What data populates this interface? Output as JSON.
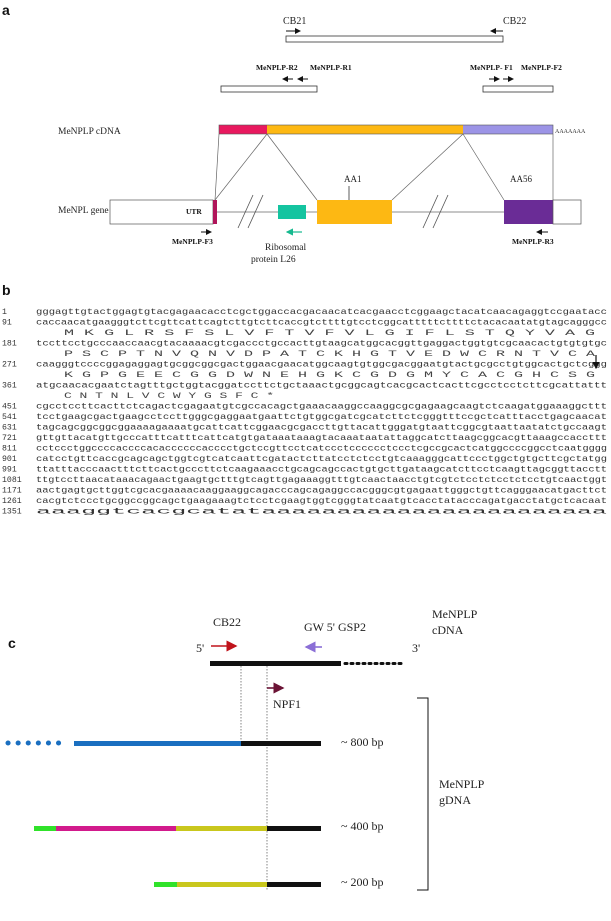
{
  "panels": {
    "a": "a",
    "b": "b",
    "c": "c"
  },
  "panel_a": {
    "primers_top": {
      "cb21": "CB21",
      "cb22": "CB22"
    },
    "primers_mid": {
      "r2": "MeNPLP-R2",
      "r1": "MeNPLP-R1",
      "f1": "MeNPLP- F1",
      "f2": "MeNPLP-F2"
    },
    "cdna_label": "MeNPLP cDNA",
    "polya": "AAAAAAA",
    "aa1": "AA1",
    "aa56": "AA56",
    "gene_label": "MeNPL gene",
    "utr": "UTR",
    "f3": "MeNPLP-F3",
    "r3": "MeNPLP-R3",
    "ribosomal_1": "Ribosomal",
    "ribosomal_2": "protein  L26",
    "colors": {
      "red": "#e8195f",
      "yellow": "#fdb813",
      "lavender": "#9c94e6",
      "purple": "#6a2c96",
      "teal": "#14c4a0",
      "green_arrow": "#16b98f"
    }
  },
  "panel_b": {
    "lines": [
      {
        "n": "1",
        "s": "gggagttgtactggagtgtacgagaacacctcgctggaccacgacaacatcacgaacctcggaagctacatcaacagaggtccgaatacc"
      },
      {
        "n": "91",
        "s": "caccaacatgaagggtcttcgttcattcagtcttgtcttcaccgtcttttgtcctcggcatttttcttttctacacaatatgtagcagggcc"
      },
      {
        "n": "",
        "s": "M  K  G  L  R  S  F  S  L  V  F  T  V  F  V  L  G  I  F  L  S  T  Q  Y  V  A  G",
        "aa": true
      },
      {
        "n": "181",
        "s": "tccttcctgcccaaccaacgtacaaaacgtcgaccctgccacttgtaagcatggcacggttgaggactggtgtcgcaacactgtgtgtgc"
      },
      {
        "n": "",
        "s": "P  S  C  P  T  N  V  Q  N  V  D  P  A  T  C  K  H  G  T  V  E  D  W  C  R  N  T  V  C  A",
        "aa": true
      },
      {
        "n": "271",
        "s": "caagggtccccggagaggagtgcggcggcgactggaacgaacatggcaagtgtggcgacggaatgtactgcgcctgtggcactgctcggg"
      },
      {
        "n": "",
        "s": "K  G  P  G  E  E  C  G  G  D  W  N  E  H  G  K  C  G  D  G  M  Y  C  A  C  G  H  C  S  G",
        "aa": true
      },
      {
        "n": "361",
        "s": "atgcaacacgaatctagtttgctggtacggatccttctgctaaactgcggcagtcacgcactcacttcgcctcctcttcgcattattt"
      },
      {
        "n": "",
        "s": "C  N  T  N  L  V  C  W  Y  G  S  F  C  *",
        "aa": true
      },
      {
        "n": "451",
        "s": "cgcctccttcacttctcagactcgagaatgtcgccacagctgaaacaaggccaaggcgcgagaagcaagtctcaagatggaaaggcttt"
      },
      {
        "n": "541",
        "s": "tcctgaagcgactgaagcctccttgggcgaggaatgaattctgtggcgatcgcatcttctcgggtttccgctcatttacctgagcaacat"
      },
      {
        "n": "631",
        "s": "tagcagcggcggcggaaaagaaaatgcattcattcggaacgcgaccttgttacattgggatgtaattcggcgtaattaatatctgccaagt"
      },
      {
        "n": "721",
        "s": "gttgttacatgttgcccatttcatttcattcatgtgataaataaagtacaaataatattaggcatcttaagcggcacgttaaagccaccttt"
      },
      {
        "n": "811",
        "s": "cctccctggccccaccccacaccccccacccctgctccgttcctcatccctcccccctccctcgccgcactcatggccccggcctcaatgggg"
      },
      {
        "n": "901",
        "s": "catcctgttcaccgcagcagctggtcgtcatcaattcgatactcttatcctctcctgtcaaagggcattccctggctgtgcttcgctatgg"
      },
      {
        "n": "991",
        "s": "ttatttacccaactttcttcactgcccttctcaagaaacctgcagcagccactgtgcttgataagcatcttcctcaagttagcggttacctt"
      },
      {
        "n": "1081",
        "s": "ttgtccttaacataaacagaactgaagtgctttgtcagttgagaaaggtttgtcaactaacctgtcgtctcctctcctctcctgtcaactggt"
      },
      {
        "n": "1171",
        "s": "aactgagtgcttggtcgcacgaaaacaaggaaggcagacccagcagaggccacgggcgtgagaattgggctgttcagggaacatgacttct"
      },
      {
        "n": "1261",
        "s": "cacgtctccctgcggccggcagctgaagaaagtctcctcgaagtggtcgggtatcaatgtcacctatacccagatgacctatgctcacaat"
      },
      {
        "n": "1351",
        "s": "aaaggtcacgcatataaaaaaaaaaaaaaaaaaaaaaa"
      }
    ]
  },
  "panel_c": {
    "cb22": "CB22",
    "gsp2": "GW 5' GSP2",
    "cdna_1": "MeNPLP",
    "cdna_2": "cDNA",
    "five": "5'",
    "three": "3'",
    "npf1": "NPF1",
    "gdna_1": "MeNPLP",
    "gdna_2": "gDNA",
    "bands": [
      "~ 800 bp",
      "~ 400 bp",
      "~ 200 bp"
    ],
    "colors": {
      "blue": "#1a6fc0",
      "magenta": "#d21a8c",
      "olive": "#c9c71d",
      "green": "#30e22a",
      "red": "#c0131b",
      "violet": "#8b6fd6",
      "maroon": "#6b1335"
    }
  }
}
